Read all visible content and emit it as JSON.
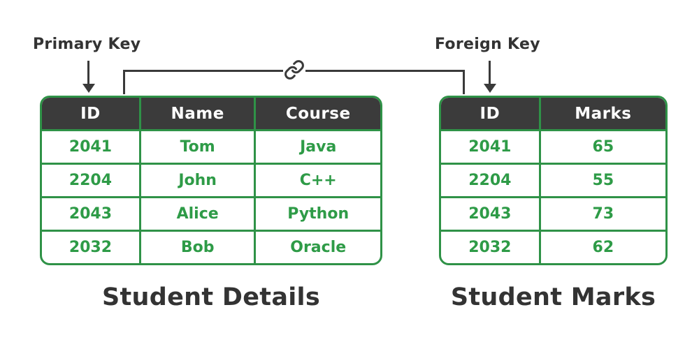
{
  "annotations": {
    "primary_key": "Primary Key",
    "foreign_key": "Foreign Key"
  },
  "icons": {
    "relationship": "chain-link-icon"
  },
  "colors": {
    "green_border": "#2f9247",
    "green_text": "#2e9b47",
    "header_bg": "#3b3b3b",
    "header_text": "#ffffff",
    "line_dark": "#3a3a3a",
    "label_text": "#333333",
    "background": "#ffffff"
  },
  "tables": [
    {
      "id": "student-details",
      "title": "Student Details",
      "headers": [
        "ID",
        "Name",
        "Course"
      ],
      "rows": [
        [
          "2041",
          "Tom",
          "Java"
        ],
        [
          "2204",
          "John",
          "C++"
        ],
        [
          "2043",
          "Alice",
          "Python"
        ],
        [
          "2032",
          "Bob",
          "Oracle"
        ]
      ]
    },
    {
      "id": "student-marks",
      "title": "Student Marks",
      "headers": [
        "ID",
        "Marks"
      ],
      "rows": [
        [
          "2041",
          "65"
        ],
        [
          "2204",
          "55"
        ],
        [
          "2043",
          "73"
        ],
        [
          "2032",
          "62"
        ]
      ]
    }
  ]
}
